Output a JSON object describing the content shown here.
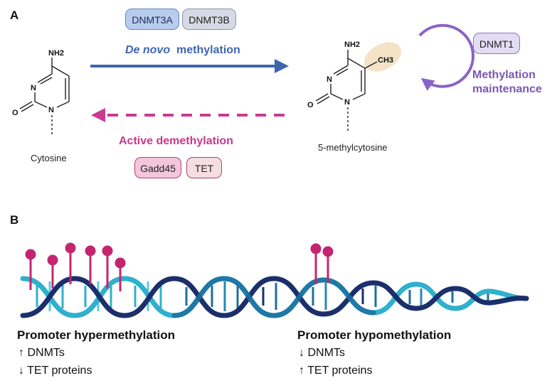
{
  "panel_a": {
    "label": "A",
    "enzymes_de_novo": [
      "DNMT3A",
      "DNMT3B"
    ],
    "de_novo_italic": "De novo",
    "de_novo_rest": "methylation",
    "maintenance_enzyme": "DNMT1",
    "maintenance_label_line1": "Methylation",
    "maintenance_label_line2": "maintenance",
    "demethylation_label": "Active demethylation",
    "demethylation_enzymes": [
      "Gadd45",
      "TET"
    ],
    "cytosine": {
      "name": "Cytosine",
      "atoms": {
        "amine": "NH2",
        "n_ring": "N",
        "n_bottom": "N",
        "oxygen": "O"
      }
    },
    "methylcytosine": {
      "name": "5-methylcytosine",
      "atoms": {
        "amine": "NH2",
        "methyl": "CH3",
        "n_ring": "N",
        "n_bottom": "N",
        "oxygen": "O"
      }
    }
  },
  "panel_b": {
    "label": "B",
    "left": {
      "heading": "Promoter hypermethylation",
      "lines": [
        {
          "arrow": "↑",
          "text": "DNMTs"
        },
        {
          "arrow": "↓",
          "text": "TET proteins"
        }
      ]
    },
    "right": {
      "heading": "Promoter hypomethylation",
      "lines": [
        {
          "arrow": "↓",
          "text": "DNMTs"
        },
        {
          "arrow": "↑",
          "text": "TET proteins"
        }
      ]
    }
  },
  "colors": {
    "de_novo_arrow": "#3e66ad",
    "demethylation_arrow": "#c93a93",
    "maintenance_arrow": "#8a63c9",
    "methyl_pin": "#c4256f",
    "dna_light": "#2fb0cd",
    "dna_mid": "#1c6f9d",
    "dna_dark": "#1b2f6b",
    "methyl_highlight": "#f4e3c6"
  }
}
